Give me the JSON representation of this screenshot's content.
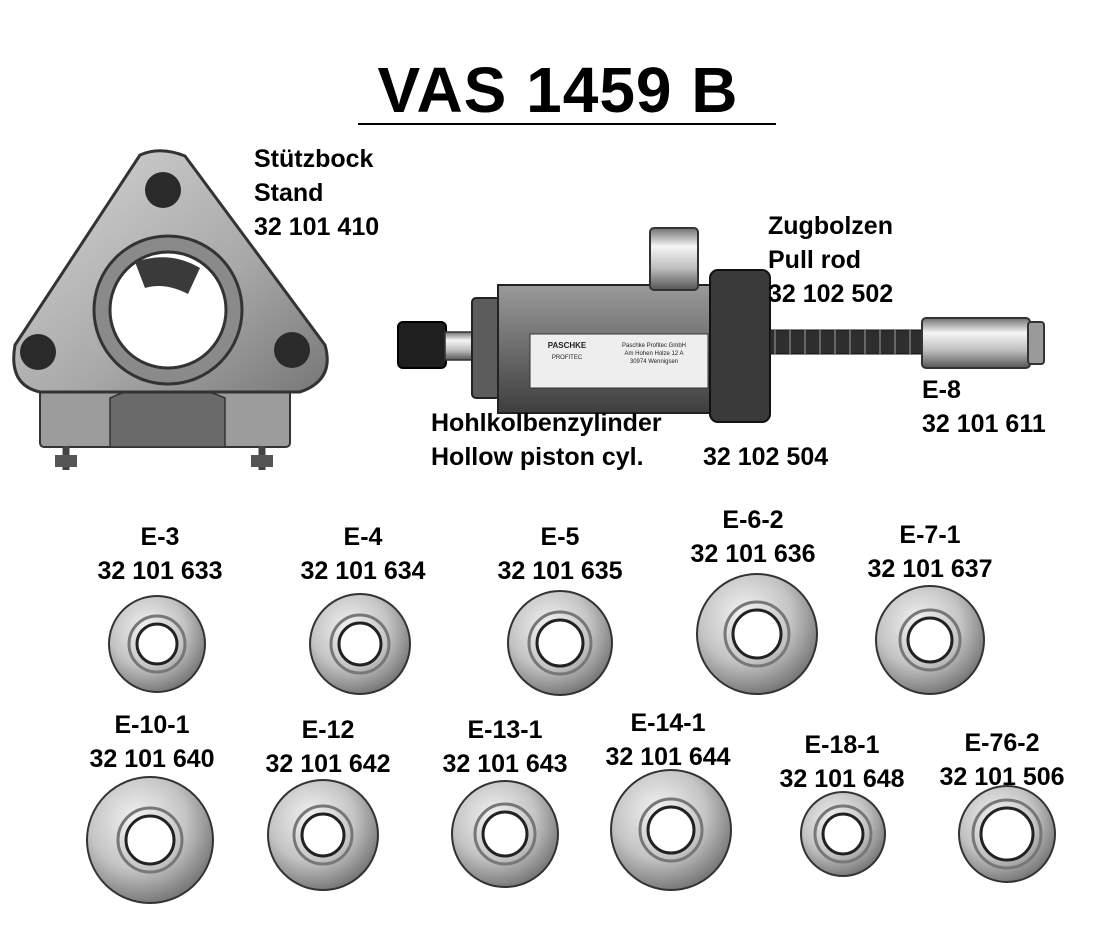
{
  "title": "VAS 1459 B",
  "stand": {
    "name_de": "Stützbock",
    "name_en": "Stand",
    "part_no": "32 101 410"
  },
  "pull_rod": {
    "name_de": "Zugbolzen",
    "name_en": "Pull rod",
    "part_no": "32 102 502"
  },
  "cylinder": {
    "name_de": "Hohlkolbenzylinder",
    "name_en": "Hollow piston cyl.",
    "part_no": "32 102 504",
    "sticker_brand": "PASCHKE",
    "sticker_sub": "PROFITEC",
    "sticker_lines": [
      "Paschke Profitec GmbH",
      "Am Hohen Holze 12 A",
      "30974 Wennigsen"
    ]
  },
  "e8": {
    "code": "E-8",
    "part_no": "32 101 611"
  },
  "adapters_row1": [
    {
      "code": "E-3",
      "part_no": "32 101 633"
    },
    {
      "code": "E-4",
      "part_no": "32 101 634"
    },
    {
      "code": "E-5",
      "part_no": "32 101 635"
    },
    {
      "code": "E-6-2",
      "part_no": "32 101 636"
    },
    {
      "code": "E-7-1",
      "part_no": "32 101 637"
    }
  ],
  "adapters_row2": [
    {
      "code": "E-10-1",
      "part_no": "32 101 640"
    },
    {
      "code": "E-12",
      "part_no": "32 101 642"
    },
    {
      "code": "E-13-1",
      "part_no": "32 101 643"
    },
    {
      "code": "E-14-1",
      "part_no": "32 101 644"
    },
    {
      "code": "E-18-1",
      "part_no": "32 101 648"
    },
    {
      "code": "E-76-2",
      "part_no": "32 101 506"
    }
  ]
}
